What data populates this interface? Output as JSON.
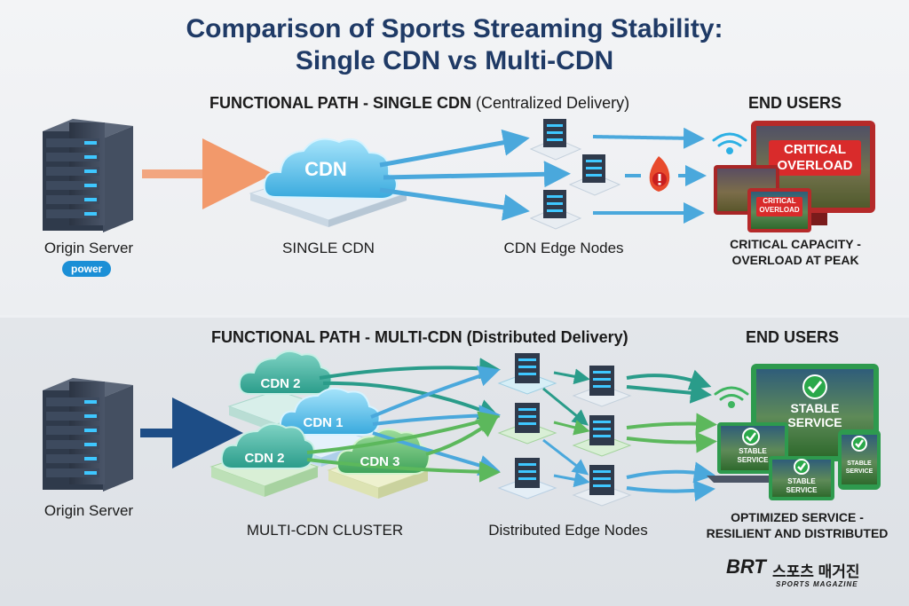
{
  "title": {
    "line1": "Comparison of Sports Streaming Stability:",
    "line2": "Single CDN vs Multi-CDN"
  },
  "single": {
    "heading_main": "FUNCTIONAL PATH - SINGLE CDN",
    "heading_paren": "(Centralized Delivery)",
    "end_users": "END USERS",
    "origin_label": "Origin Server",
    "origin_badge": "power",
    "cdn_cloud": "CDN",
    "cdn_label": "SINGLE CDN",
    "edge_label": "CDN Edge Nodes",
    "screen_big": "CRITICAL OVERLOAD",
    "screen_small": "CRITICAL OVERLOAD",
    "status_line1": "CRITICAL CAPACITY -",
    "status_line2": "OVERLOAD AT PEAK"
  },
  "multi": {
    "heading": "FUNCTIONAL PATH - MULTI-CDN (Distributed Delivery)",
    "end_users": "END USERS",
    "origin_label": "Origin Server",
    "cloud_top": "CDN 2",
    "cloud_mid": "CDN 1",
    "cloud_left": "CDN 2",
    "cloud_right": "CDN 3",
    "cluster_label": "MULTI-CDN CLUSTER",
    "edge_label": "Distributed Edge Nodes",
    "screen_big": "STABLE SERVICE",
    "screen_small": "STABLE SERVICE",
    "status_line1": "OPTIMIZED SERVICE -",
    "status_line2": "RESILIENT AND DISTRIBUTED"
  },
  "logo": {
    "brand": "BRT",
    "korean": "스포츠 매거진",
    "sub": "SPORTS MAGAZINE"
  },
  "colors": {
    "title": "#1f3a66",
    "alert_red": "#d92b2b",
    "ok_green": "#2aa84a",
    "arrow_blue": "#4aa8dc",
    "arrow_orange": "#f2996b",
    "arrow_navy": "#1d4d86"
  }
}
